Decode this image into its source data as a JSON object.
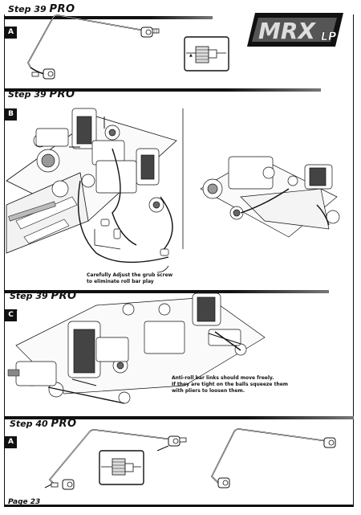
{
  "steps": {
    "top": {
      "label": "Step",
      "number": "39",
      "suffix": "PRO",
      "section": "A"
    },
    "second": {
      "label": "Step",
      "number": "39",
      "suffix": "PRO",
      "section": "B"
    },
    "third": {
      "label": "Step",
      "number": "39",
      "suffix": "PRO",
      "section": "C"
    },
    "bottom": {
      "label": "Step",
      "number": "40",
      "suffix": "PRO",
      "section": "A"
    }
  },
  "captions": {
    "grub_screw": [
      "Carefully Adjust the grub screw",
      "to eliminate roll bar play"
    ],
    "anti_roll": [
      "Anti-roll bar links should move freely.",
      "If they are tight on the balls squeeze them",
      "with pliers to loosen them."
    ]
  },
  "logo": {
    "text": "MRX",
    "suffix": "LP"
  },
  "page": {
    "label": "Page 23"
  }
}
